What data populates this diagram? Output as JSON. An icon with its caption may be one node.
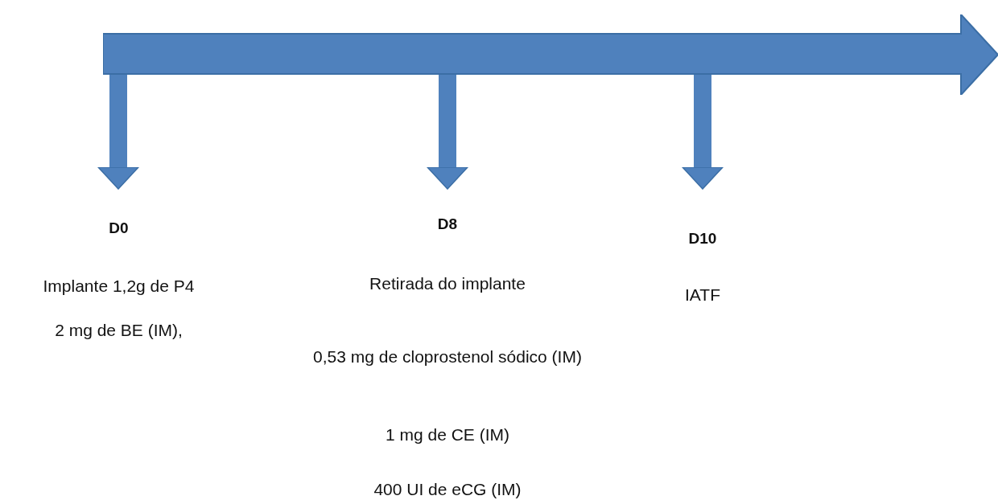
{
  "diagram": {
    "nodes": [
      {
        "text": [],
        "shape": "arrow"
      },
      {
        "text": [
          "D0",
          "Implante 1,2g de P4",
          "2 mg de BE (IM),"
        ]
      },
      {
        "text": [
          "D8",
          "Retirada do implante",
          "0,53 mg de cloprostenol sódico (IM)",
          "1 mg de CE (IM)",
          "400 UI de eCG (IM)"
        ]
      },
      {
        "text": [
          "D10",
          "IATF"
        ]
      }
    ],
    "edges": [
      {
        "from": 0,
        "to": 1,
        "arrow": "to"
      },
      {
        "from": 0,
        "to": 2,
        "arrow": "to"
      },
      {
        "from": 0,
        "to": 3,
        "arrow": "to"
      }
    ]
  }
}
